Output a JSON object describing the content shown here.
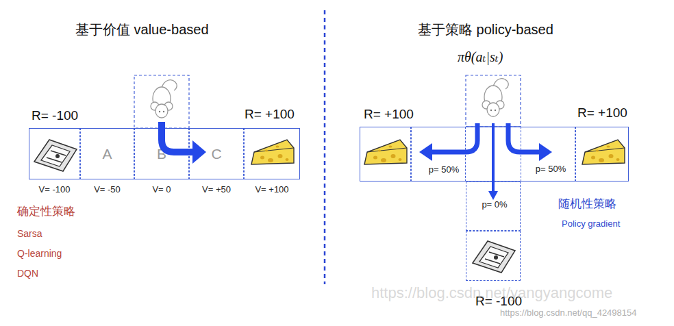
{
  "diagram": {
    "nodes": [
      {
        "text": [
          "R= -100",
          "V= -100"
        ]
      },
      {
        "text": [
          "A",
          "V= -50"
        ]
      },
      {
        "text": [
          "B",
          "V= 0"
        ]
      },
      {
        "text": [
          "C",
          "V= +50"
        ]
      },
      {
        "text": [
          "R= +100",
          "V= +100"
        ]
      },
      {
        "text": [
          "R= +100"
        ]
      },
      {
        "text": [
          "p= 50%"
        ]
      },
      {
        "text": [
          "p= 50%"
        ]
      },
      {
        "text": [
          "R= +100"
        ]
      },
      {
        "text": [
          "p= 0%"
        ]
      },
      {
        "text": [
          "R= -100"
        ]
      }
    ],
    "labels": [
      "基于价值 value-based",
      "基于策略 policy-based",
      "πθ(aₜ|sₜ)",
      "确定性策略",
      "Sarsa",
      "Q-learning",
      "DQN",
      "随机性策略",
      "Policy gradient",
      "https://blog.csdn.net/yangyangcome",
      "https://blog.csdn.net/qq_42498154"
    ]
  }
}
